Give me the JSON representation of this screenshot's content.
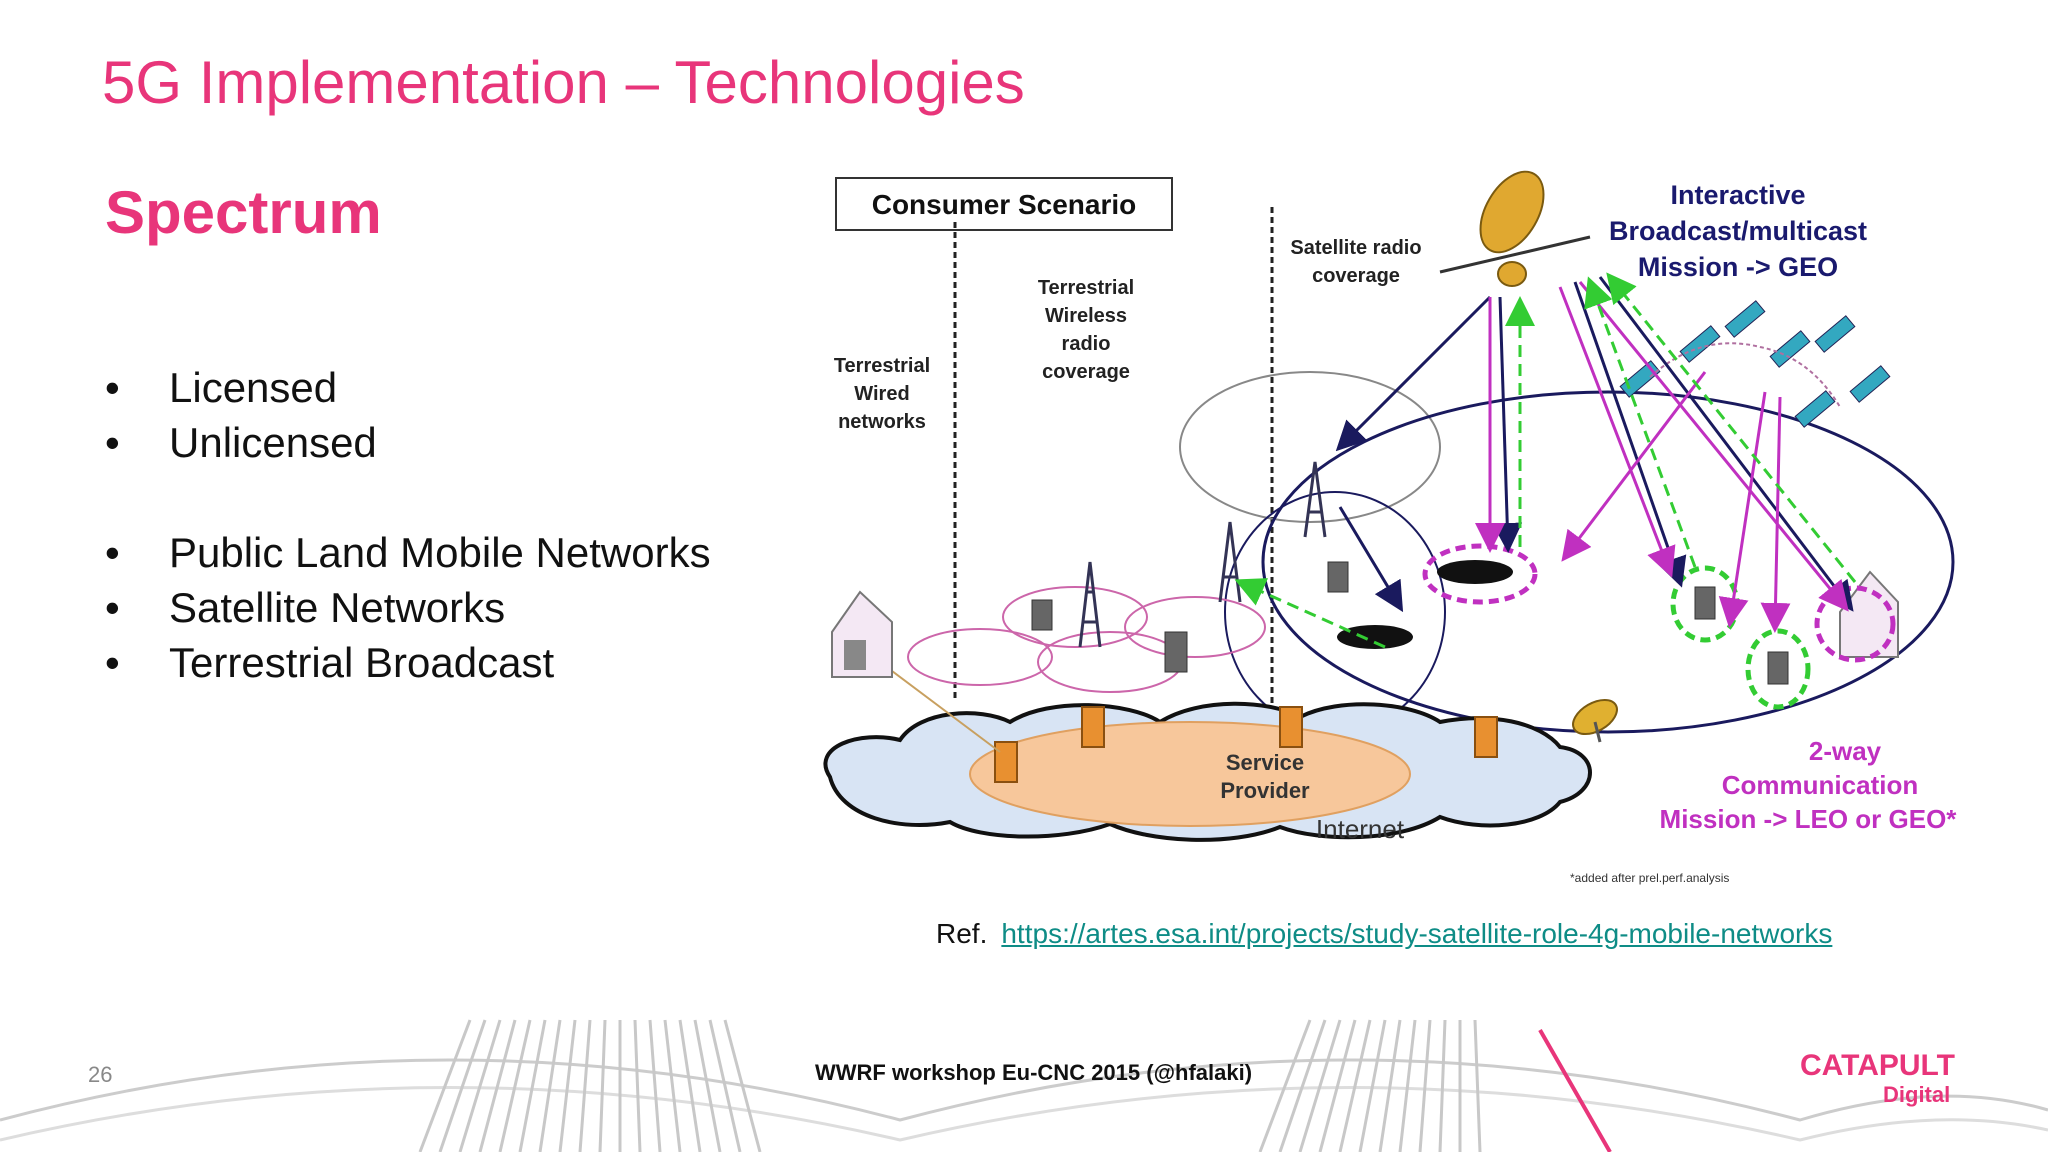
{
  "slide": {
    "title": "5G Implementation – Technologies",
    "subtitle": "Spectrum",
    "bullets_group1": [
      "Licensed",
      "Unlicensed"
    ],
    "bullets_group2": [
      "Public Land Mobile Networks",
      "Satellite Networks",
      "Terrestrial Broadcast"
    ],
    "bullet_symbol": "•"
  },
  "diagram": {
    "consumer_scenario": "Consumer Scenario",
    "terrestrial_wired": [
      "Terrestrial",
      "Wired",
      "networks"
    ],
    "terrestrial_wireless": [
      "Terrestrial",
      "Wireless",
      "radio",
      "coverage"
    ],
    "satellite_radio": [
      "Satellite radio",
      "coverage"
    ],
    "interactive": [
      "Interactive",
      "Broadcast/multicast",
      "Mission -> GEO"
    ],
    "two_way": [
      "2-way",
      "Communication",
      "Mission -> LEO or GEO*"
    ],
    "service_provider": [
      "Service",
      "Provider"
    ],
    "internet": "Internet",
    "footnote": "*added after prel.perf.analysis"
  },
  "reference": {
    "prefix": "Ref.",
    "link": "https://artes.esa.int/projects/study-satellite-role-4g-mobile-networks"
  },
  "footer": {
    "page_number": "26",
    "text": "WWRF workshop Eu-CNC 2015 (@hfalaki)",
    "logo_top": "CATAPULT",
    "logo_bottom": "Digital"
  },
  "colors": {
    "accent": "#e8357a",
    "link": "#0e8c86",
    "magenta": "#c030c0",
    "green": "#33cc33",
    "navy": "#1a1a5e"
  }
}
